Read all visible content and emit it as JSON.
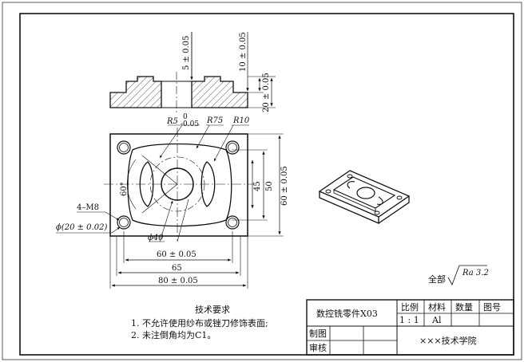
{
  "top_view": {
    "dims": {
      "d5": "5 ± 0.05",
      "d10": "10 ± 0.05",
      "d20": "20 ± 0.05"
    }
  },
  "plan_view": {
    "dims": {
      "r5": "R5",
      "r5_tol_upper": "0",
      "r5_tol_lower": "-0.05",
      "r75": "R75",
      "r10": "R10",
      "angle": "60°",
      "thread": "4–M8",
      "hole_dia": "ϕ(20 ± 0.02)",
      "phi40": "ϕ40",
      "w60": "60 ± 0.05",
      "w65": "65",
      "w80": "80 ± 0.05",
      "h45": "45",
      "h50": "50",
      "h60": "60 ± 0.05"
    }
  },
  "surface_finish": {
    "prefix": "全部",
    "value": "Ra 3.2"
  },
  "tech_requirements": {
    "title": "技术要求",
    "items": [
      "1. 不允许使用纱布或锉刀修饰表面;",
      "2. 未注倒角均为C1。"
    ]
  },
  "title_block": {
    "part_name": "数控铣零件X03",
    "headers": [
      "比例",
      "材料",
      "数量",
      "图号"
    ],
    "scale": "1 : 1",
    "material": "Al",
    "drawn_by_label": "制图",
    "checked_by_label": "审核",
    "school": "×××技术学院"
  }
}
